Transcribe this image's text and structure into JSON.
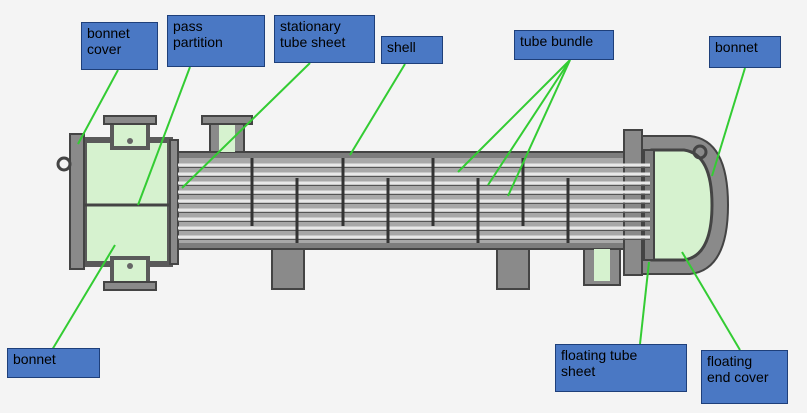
{
  "labels": {
    "bonnet_cover": "bonnet\ncover",
    "pass_partition": "pass\npartition",
    "stationary_tube_sheet": "stationary\ntube sheet",
    "shell": "shell",
    "tube_bundle": "tube bundle",
    "bonnet_right": "bonnet",
    "bonnet_left": "bonnet",
    "floating_tube_sheet": "floating tube\nsheet",
    "floating_end_cover": "floating\nend cover"
  },
  "colors": {
    "label_fill": "#4a78c4",
    "leader_line": "#33cc33",
    "metal": "#8f8f8f",
    "fluid": "#d6f2cf"
  }
}
